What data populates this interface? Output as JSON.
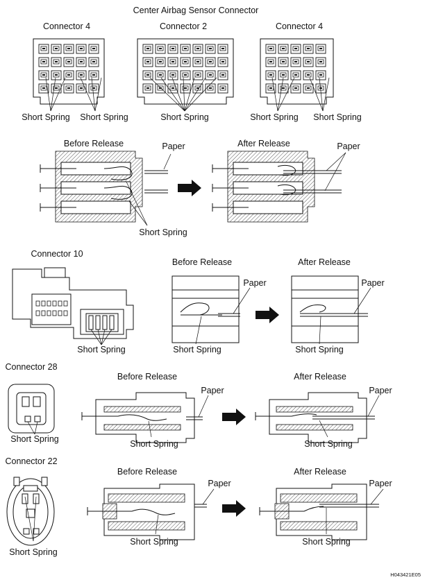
{
  "title": "Center Airbag Sensor Connector",
  "labels": {
    "connector_4": "Connector 4",
    "connector_2": "Connector 2",
    "connector_10": "Connector 10",
    "connector_28": "Connector 28",
    "connector_22": "Connector 22",
    "short_spring": "Short Spring",
    "before_release": "Before Release",
    "after_release": "After Release",
    "paper": "Paper"
  },
  "figure_id": "H043421E05"
}
